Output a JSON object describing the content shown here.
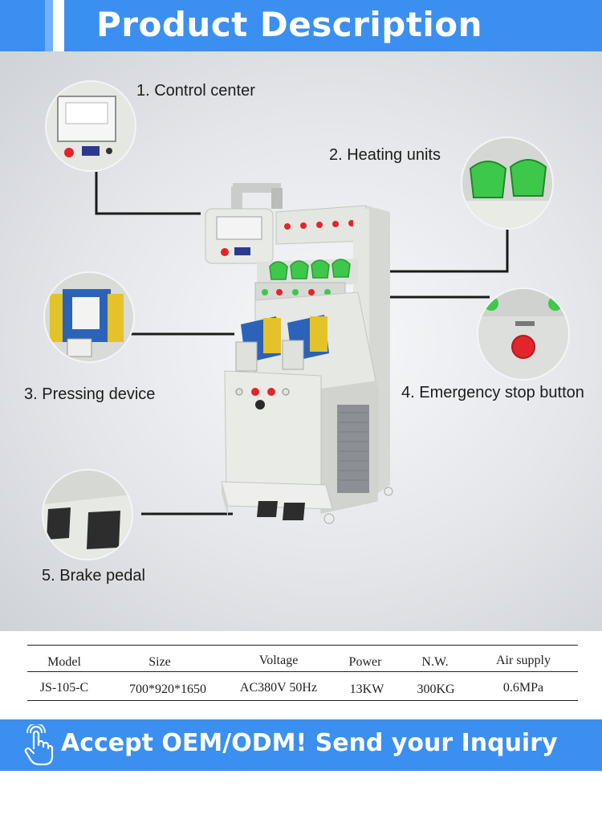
{
  "header": {
    "title": "Product Description"
  },
  "callouts": {
    "control_center": "1. Control center",
    "heating_units": "2. Heating units",
    "pressing_device": "3. Pressing device",
    "emergency_stop": "4. Emergency stop button",
    "brake_pedal": "5. Brake pedal"
  },
  "spec_table": {
    "headers": [
      "Model",
      "Size",
      "Voltage",
      "Power",
      "N.W.",
      "Air supply"
    ],
    "values": [
      "JS-105-C",
      "700*920*1650",
      "AC380V 50Hz",
      "13KW",
      "300KG",
      "0.6MPa"
    ]
  },
  "cta": {
    "text": "Accept OEM/ODM! Send your Inquiry",
    "icon": "hand-pointer-icon"
  },
  "colors": {
    "banner": "#3b8ff0",
    "button_green": "#3dc84a",
    "button_red": "#e3242b",
    "machine_body": "#e6e8e3"
  }
}
